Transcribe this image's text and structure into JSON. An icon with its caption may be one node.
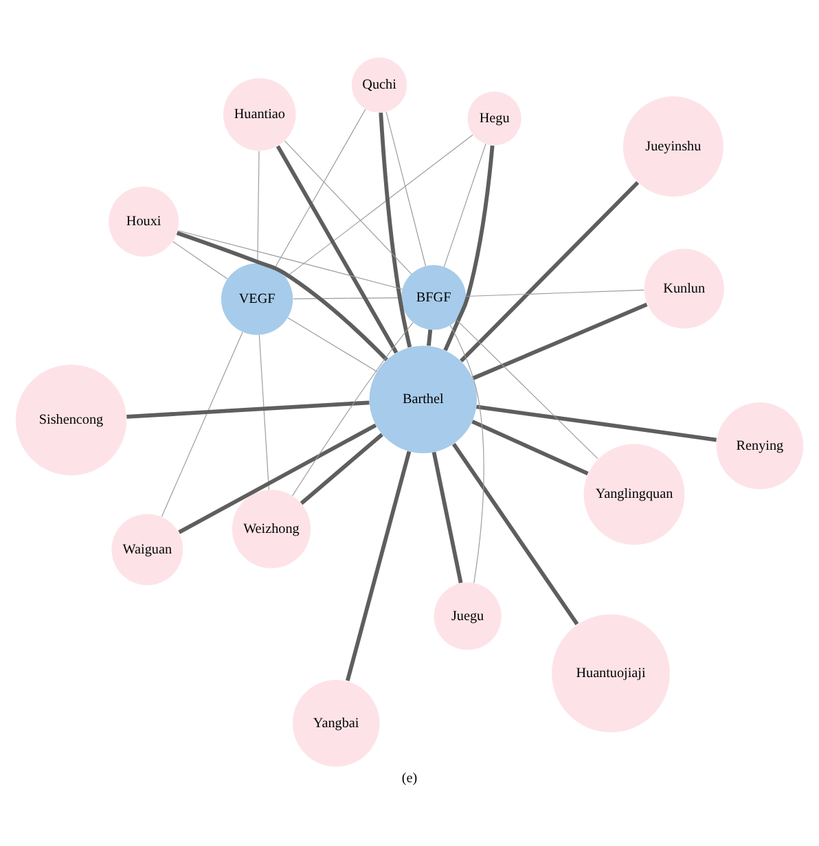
{
  "diagram": {
    "caption": "(e)",
    "nodes": [
      {
        "text": [
          "VEGF"
        ]
      },
      {
        "text": [
          "Kunlun"
        ]
      },
      {
        "text": [
          "Juegu"
        ]
      },
      {
        "text": [
          "Huantiao"
        ]
      },
      {
        "text": [
          "Quchi"
        ]
      },
      {
        "text": [
          "Houxi"
        ]
      },
      {
        "text": [
          "Waiguan"
        ]
      },
      {
        "text": [
          "Barthel"
        ]
      },
      {
        "text": [
          "Yangbai"
        ]
      },
      {
        "text": [
          "Weizhong"
        ]
      },
      {
        "text": [
          "BFGF"
        ]
      },
      {
        "text": [
          "Sishencong"
        ]
      },
      {
        "text": [
          "Renying"
        ]
      },
      {
        "text": [
          "Hegu"
        ]
      },
      {
        "text": [
          "Jueyinshu"
        ]
      },
      {
        "text": [
          "Yanglingquan"
        ]
      },
      {
        "text": [
          "Huantuojiaji"
        ]
      }
    ],
    "edges": [
      {
        "from": 7,
        "to": 1,
        "arrow": "none",
        "style": "thick"
      },
      {
        "from": 7,
        "to": 2,
        "arrow": "none",
        "style": "thick"
      },
      {
        "from": 7,
        "to": 3,
        "arrow": "none",
        "style": "thick"
      },
      {
        "from": 7,
        "to": 4,
        "arrow": "none",
        "style": "thick"
      },
      {
        "from": 7,
        "to": 5,
        "arrow": "none",
        "style": "thick"
      },
      {
        "from": 7,
        "to": 6,
        "arrow": "none",
        "style": "thick"
      },
      {
        "from": 7,
        "to": 8,
        "arrow": "none",
        "style": "thick"
      },
      {
        "from": 7,
        "to": 9,
        "arrow": "none",
        "style": "thick"
      },
      {
        "from": 7,
        "to": 11,
        "arrow": "none",
        "style": "thick"
      },
      {
        "from": 7,
        "to": 12,
        "arrow": "none",
        "style": "thick"
      },
      {
        "from": 7,
        "to": 13,
        "arrow": "none",
        "style": "thick"
      },
      {
        "from": 7,
        "to": 14,
        "arrow": "none",
        "style": "thick"
      },
      {
        "from": 7,
        "to": 15,
        "arrow": "none",
        "style": "thick"
      },
      {
        "from": 7,
        "to": 16,
        "arrow": "none",
        "style": "thick"
      },
      {
        "from": 7,
        "to": 10,
        "arrow": "none",
        "style": "thick"
      },
      {
        "from": 0,
        "to": 4,
        "arrow": "none"
      },
      {
        "from": 0,
        "to": 6,
        "arrow": "none"
      },
      {
        "from": 0,
        "to": 7,
        "arrow": "none"
      },
      {
        "from": 0,
        "to": 9,
        "arrow": "none"
      },
      {
        "from": 0,
        "to": 13,
        "arrow": "none"
      },
      {
        "from": 0,
        "to": 5,
        "arrow": "none"
      },
      {
        "from": 0,
        "to": 3,
        "arrow": "none"
      },
      {
        "from": 0,
        "to": 10,
        "arrow": "none"
      },
      {
        "from": 10,
        "to": 4,
        "arrow": "none"
      },
      {
        "from": 10,
        "to": 1,
        "arrow": "none"
      },
      {
        "from": 10,
        "to": 2,
        "arrow": "none"
      },
      {
        "from": 10,
        "to": 3,
        "arrow": "none"
      },
      {
        "from": 10,
        "to": 5,
        "arrow": "none"
      },
      {
        "from": 10,
        "to": 9,
        "arrow": "none"
      },
      {
        "from": 10,
        "to": 13,
        "arrow": "none"
      },
      {
        "from": 10,
        "to": 15,
        "arrow": "none"
      }
    ]
  }
}
